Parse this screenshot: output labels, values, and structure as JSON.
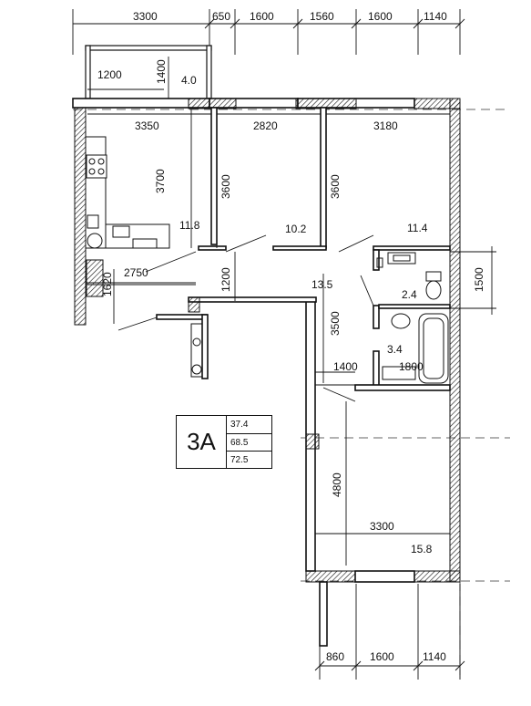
{
  "dimensions": {
    "top": [
      "3300",
      "650",
      "1600",
      "1560",
      "1600",
      "1140"
    ],
    "bottom": [
      "860",
      "1600",
      "1140"
    ],
    "balcony_width": "1200",
    "balcony_depth": "1400",
    "kitchen_width": "3350",
    "room2_width": "2820",
    "room3_width": "3180",
    "kitchen_depth": "3700",
    "room2_depth": "3600",
    "room3_depth": "3600",
    "hall_width": "2750",
    "entry_depth": "1620",
    "corridor_depth": "1200",
    "hall_depth": "3500",
    "bath_width": "1400",
    "wc_width": "1800",
    "bath_block_depth": "1500",
    "bedroom_depth": "4800",
    "bedroom_width": "3300"
  },
  "rooms": {
    "balcony": "4.0",
    "kitchen": "11.8",
    "room2": "10.2",
    "room3": "11.4",
    "hall": "13.5",
    "wc": "2.4",
    "bath": "3.4",
    "bedroom": "15.8"
  },
  "legend": {
    "code": "3А",
    "living_area": "37.4",
    "total_area": "68.5",
    "total_with_balcony": "72.5"
  }
}
